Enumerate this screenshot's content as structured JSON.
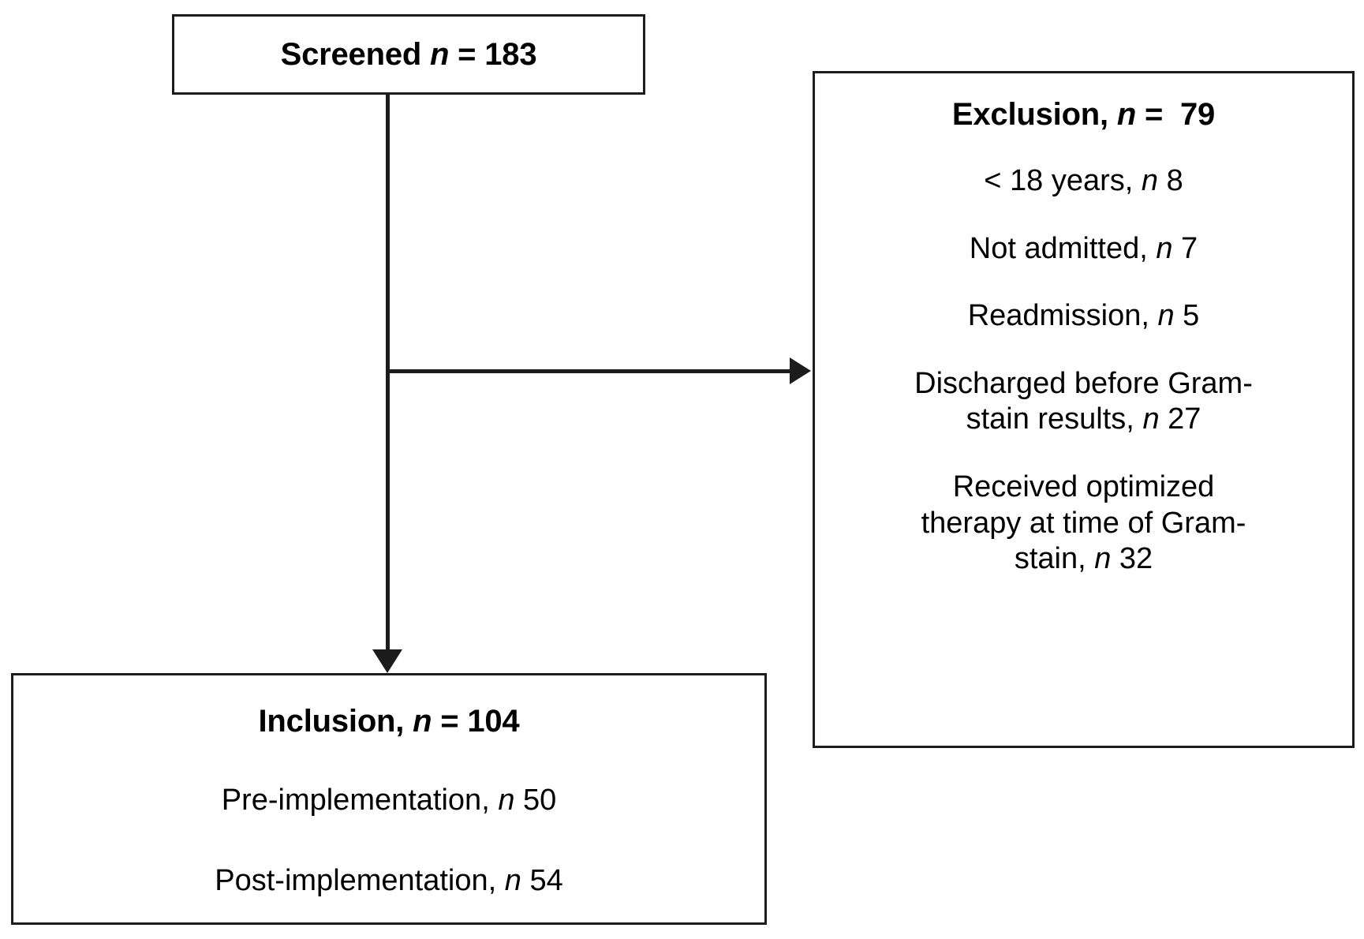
{
  "diagram": {
    "type": "patient-flow-consort",
    "screened": {
      "label_prefix": "Screened ",
      "n_symbol": "n",
      "label_suffix": " = 183",
      "count": 183
    },
    "exclusion": {
      "title_prefix": "Exclusion, ",
      "n_symbol": "n",
      "title_suffix": " =  79",
      "count": 79,
      "reasons": [
        {
          "text_prefix": "< 18 years,  ",
          "n_symbol": "n",
          "text_suffix": " 8",
          "count": 8
        },
        {
          "text_prefix": "Not admitted, ",
          "n_symbol": "n",
          "text_suffix": " 7",
          "count": 7
        },
        {
          "text_prefix": "Readmission, ",
          "n_symbol": "n",
          "text_suffix": " 5",
          "count": 5
        },
        {
          "text_prefix": "Discharged before Gram-\nstain results, ",
          "n_symbol": "n",
          "text_suffix": " 27",
          "count": 27
        },
        {
          "text_prefix": "Received optimized\ntherapy at time of Gram-\nstain, ",
          "n_symbol": "n",
          "text_suffix": " 32",
          "count": 32
        }
      ]
    },
    "inclusion": {
      "title_prefix": "Inclusion, ",
      "n_symbol": "n",
      "title_suffix": " = 104",
      "count": 104,
      "groups": [
        {
          "text_prefix": "Pre-implementation, ",
          "n_symbol": "n",
          "text_suffix": " 50",
          "count": 50
        },
        {
          "text_prefix": "Post-implementation, ",
          "n_symbol": "n",
          "text_suffix": " 54",
          "count": 54
        }
      ]
    },
    "connectors": {
      "stem_label": "screened-to-inclusion",
      "branch_label": "screened-to-exclusion"
    },
    "colors": {
      "stroke": "#1c1c1c",
      "background": "#ffffff",
      "text": "#000000"
    }
  }
}
